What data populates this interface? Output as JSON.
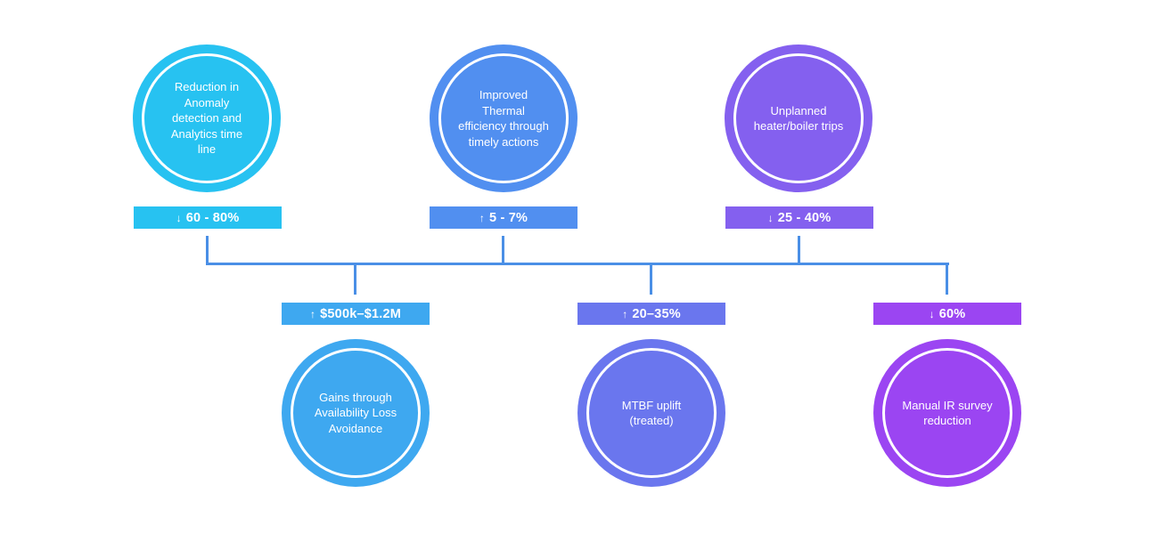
{
  "items": [
    {
      "text": "Reduction in Anomaly detection and Analytics time line",
      "arrow": "↓",
      "value": "60 - 80%",
      "color": "#27c2f1"
    },
    {
      "text": "Gains through Availability Loss Avoidance",
      "arrow": "↑",
      "value": "$500k–$1.2M",
      "color": "#3ea8f0"
    },
    {
      "text": "Improved Thermal efficiency through timely actions",
      "arrow": "↑",
      "value": "5 - 7%",
      "color": "#518ff0"
    },
    {
      "text": "MTBF uplift (treated)",
      "arrow": "↑",
      "value": "20–35%",
      "color": "#6a76ee"
    },
    {
      "text": "Unplanned heater/boiler trips",
      "arrow": "↓",
      "value": "25 - 40%",
      "color": "#8460ef"
    },
    {
      "text": "Manual IR survey reduction",
      "arrow": "↓",
      "value": "60%",
      "color": "#9b45f2"
    }
  ],
  "connector_color": "#4a8fe6"
}
